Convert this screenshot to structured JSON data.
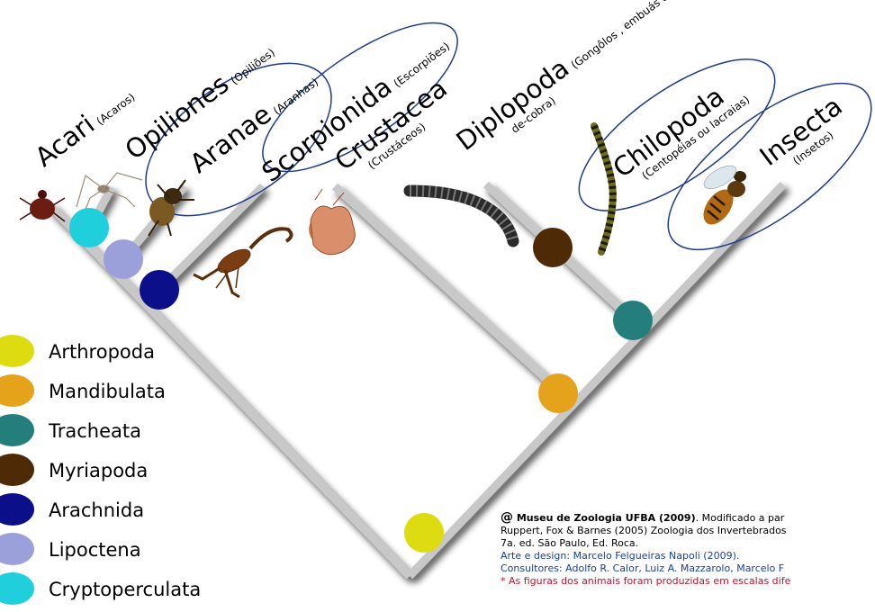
{
  "taxa": [
    {
      "name": "Acari",
      "common": "(Acaros)"
    },
    {
      "name": "Opiliones",
      "common": "(Opiliões)"
    },
    {
      "name": "Aranae",
      "common": "(Aranhas)"
    },
    {
      "name": "Scorpionida",
      "common": "(Escorpiões)"
    },
    {
      "name": "Crustacea",
      "common": "(Crustáceos)"
    },
    {
      "name": "Diplopoda",
      "common": "(Gongôlos , embuás ou piolhos-",
      "common2": "de-cobra)"
    },
    {
      "name": "Chilopoda",
      "common": "(Centopéias ou lacraias)"
    },
    {
      "name": "Insecta",
      "common": "(Insetos)"
    }
  ],
  "legend": [
    {
      "label": "Arthropoda",
      "color": "#dcdc10"
    },
    {
      "label": "Mandibulata",
      "color": "#e5a21b"
    },
    {
      "label": "Tracheata",
      "color": "#247e7b"
    },
    {
      "label": "Myriapoda",
      "color": "#4f2a06"
    },
    {
      "label": "Arachnida",
      "color": "#0b0f8a"
    },
    {
      "label": "Lipoctena",
      "color": "#9ca0da"
    },
    {
      "label": "Cryptoperculata",
      "color": "#20cfdc"
    }
  ],
  "credits": {
    "copyright_symbol": "@",
    "source_bold": "Museu de Zoologia UFBA (2009)",
    "source_rest": ". Modificado a par",
    "line2": "Ruppert, Fox & Barnes (2005) Zoologia dos Invertebrados",
    "line3": "7a. ed. São Paulo, Ed. Roca.",
    "line4": "Arte e design: Marcelo Felgueiras Napoli (2009).",
    "line5": "Consultores: Adolfo R. Calor, Luiz A. Mazzarolo, Marcelo F",
    "line6": "* As figuras dos animais foram produzidas em escalas dife"
  },
  "colors": {
    "branch": "#c8c8c8",
    "ellipse": "#1f3b8c"
  }
}
